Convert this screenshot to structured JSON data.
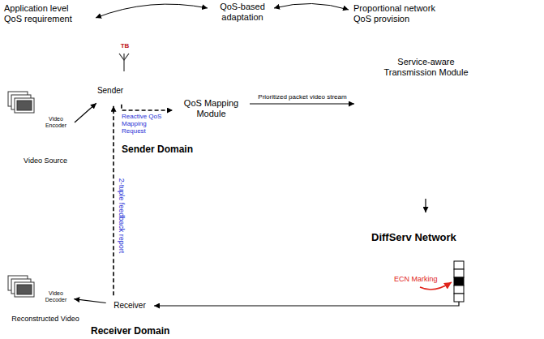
{
  "diagram": {
    "nodes": [
      {
        "text": [
          "Sender Domain"
        ]
      },
      {
        "text": [
          "Video Source"
        ],
        "in": 0
      },
      {
        "text": [
          "Video Encoder"
        ],
        "in": 1
      },
      {
        "text": [
          "Sender"
        ],
        "in": 0
      },
      {
        "text": [
          "QoS Mapping Module"
        ]
      },
      {
        "text": [
          "Service-aware Transmission Module"
        ]
      },
      {
        "text": [
          "DiffServ Network"
        ]
      },
      {
        "text": [
          "Receiver Domain"
        ]
      },
      {
        "text": [
          "Reconstructed Video"
        ],
        "in": 7
      },
      {
        "text": [
          "Video Decoder"
        ],
        "in": 8
      },
      {
        "text": [
          "Receiver"
        ],
        "in": 7
      }
    ],
    "edges": [
      {
        "from": 2,
        "to": 3,
        "arrow": "to"
      },
      {
        "from": 3,
        "to": 4,
        "label": "Reactive QoS Mapping Request",
        "arrow": "to"
      },
      {
        "from": 4,
        "to": 5,
        "label": "Prioritized packet video stream",
        "arrow": "to"
      },
      {
        "from": 5,
        "to": 6,
        "arrow": "to"
      },
      {
        "from": 6,
        "to": 10,
        "arrow": "to"
      },
      {
        "from": 10,
        "to": 9,
        "arrow": "to"
      },
      {
        "from": 10,
        "to": 3,
        "label": "2-tuple feedback report",
        "arrow": "to"
      }
    ],
    "labels": [
      "Application level QoS requirement",
      "QoS-based adaptation",
      "Proportional network QoS provision",
      "TB",
      "ECN Marking"
    ]
  }
}
